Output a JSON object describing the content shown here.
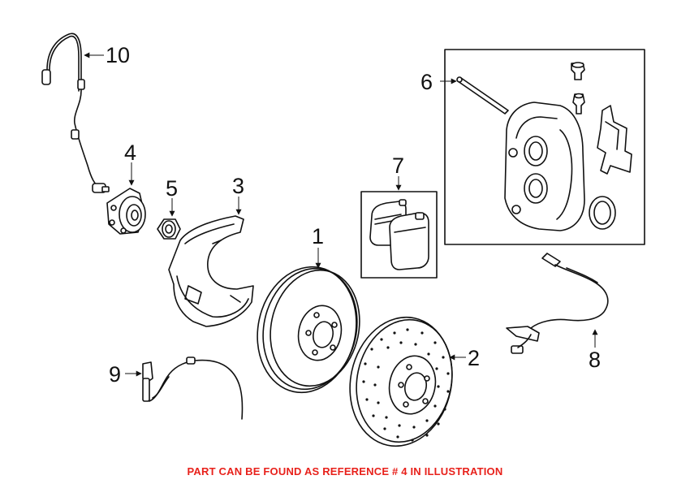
{
  "diagram": {
    "callouts": [
      {
        "id": "1",
        "label": "1"
      },
      {
        "id": "2",
        "label": "2"
      },
      {
        "id": "3",
        "label": "3"
      },
      {
        "id": "4",
        "label": "4"
      },
      {
        "id": "5",
        "label": "5"
      },
      {
        "id": "6",
        "label": "6"
      },
      {
        "id": "7",
        "label": "7"
      },
      {
        "id": "8",
        "label": "8"
      },
      {
        "id": "9",
        "label": "9"
      },
      {
        "id": "10",
        "label": "10"
      }
    ],
    "footer_text": "PART CAN BE FOUND AS REFERENCE # 4 IN ILLUSTRATION",
    "footer_color": "#e8211b"
  }
}
